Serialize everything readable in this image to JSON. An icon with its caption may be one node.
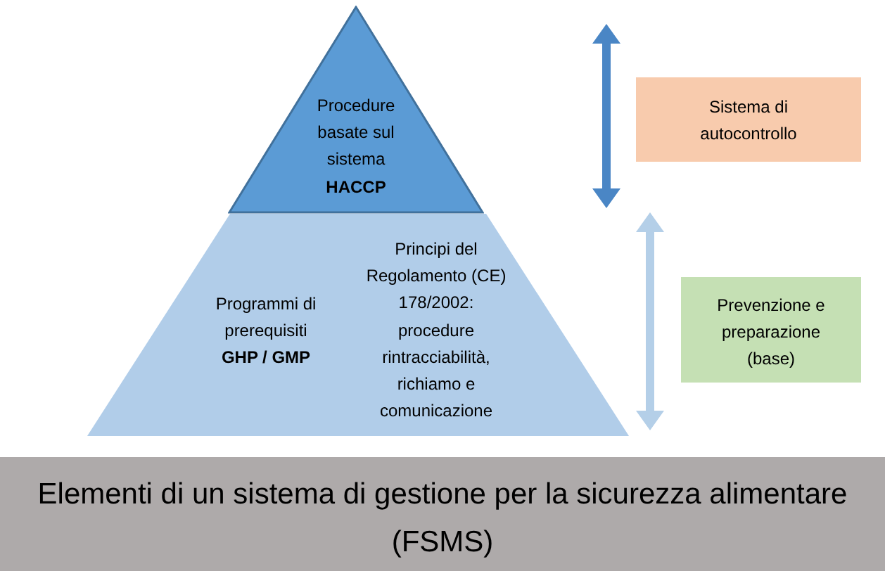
{
  "diagram": {
    "nodes": [
      {
        "text": [
          "Procedure basate sul sistema",
          "HACCP"
        ]
      },
      {
        "text": [
          "Programmi di prerequisiti",
          "GHP / GMP",
          "Principi del Regolamento (CE) 178/2002: procedure rintracciabilità, richiamo e comunicazione"
        ]
      },
      {
        "text": [
          "Sistema di autocontrollo"
        ]
      },
      {
        "text": [
          "Prevenzione e preparazione (base)"
        ]
      },
      {
        "text": [
          "Elementi di un sistema di gestione per la sicurezza alimentare (FSMS)"
        ]
      }
    ]
  }
}
